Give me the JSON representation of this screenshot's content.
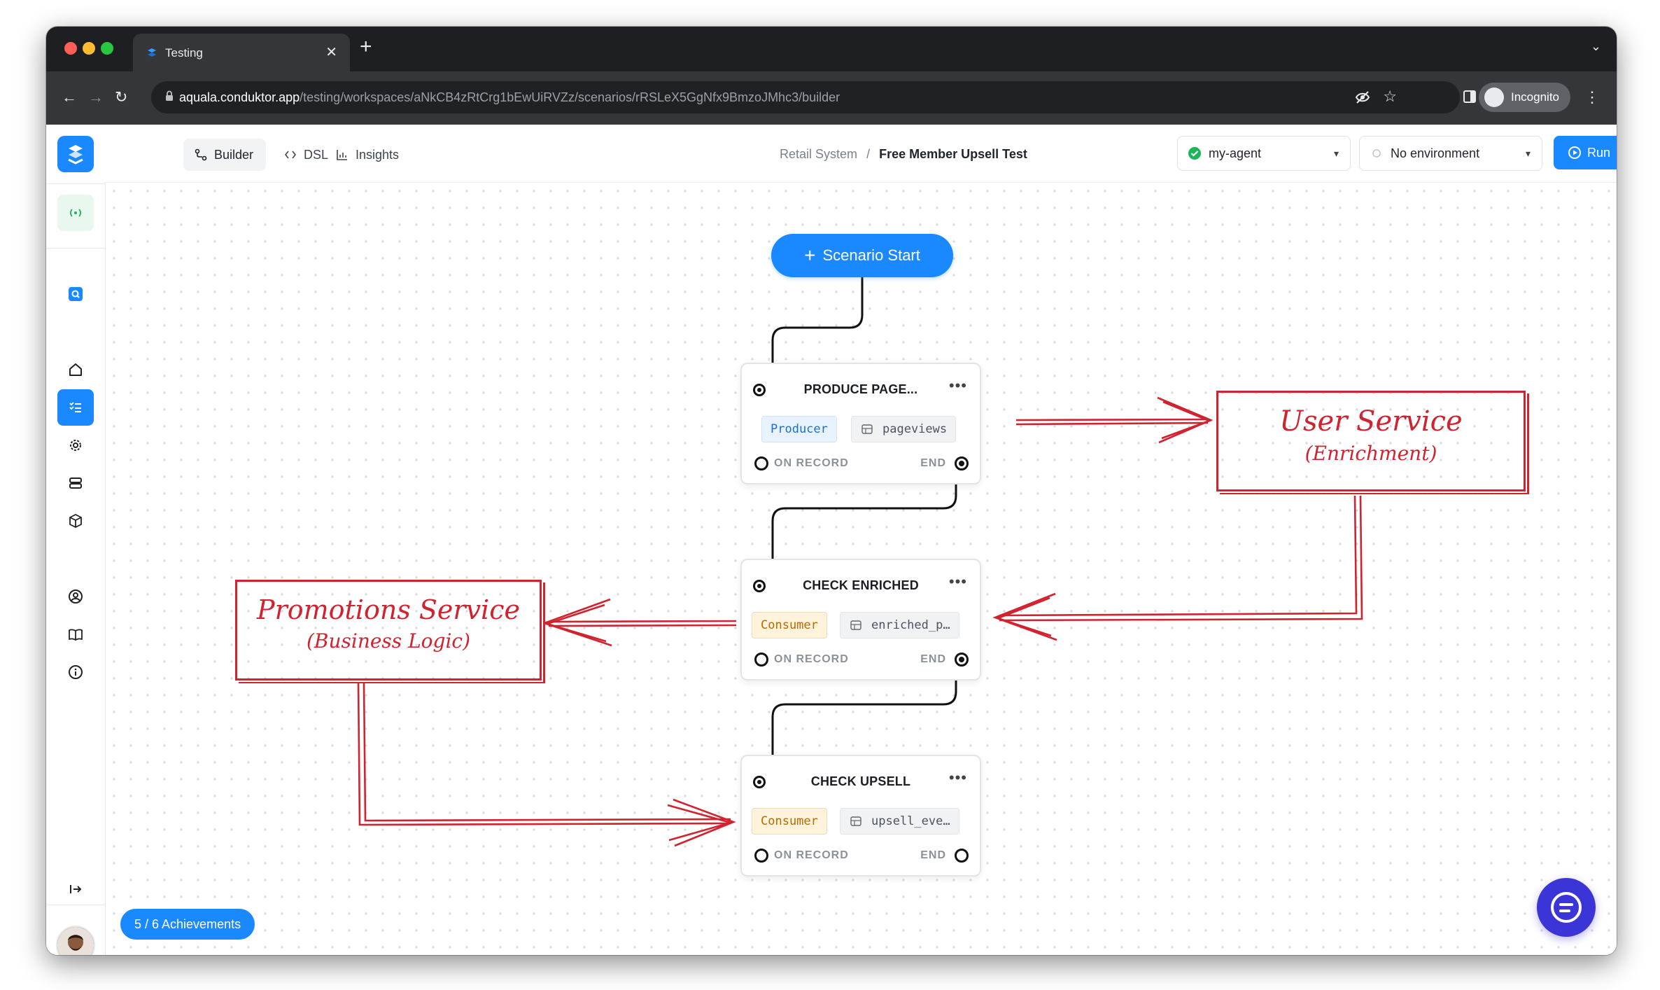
{
  "browser": {
    "tab_title": "Testing",
    "url_host": "aquala.conduktor.app",
    "url_path": "/testing/workspaces/aNkCB4zRtCrg1bEwUiRVZz/scenarios/rRSLeX5GgNfx9BmzoJMhc3/builder",
    "profile_label": "Incognito"
  },
  "topbar": {
    "tabs": [
      {
        "label": "Builder",
        "icon": "builder-icon",
        "active": true
      },
      {
        "label": "DSL",
        "icon": "code-icon",
        "active": false
      },
      {
        "label": "Insights",
        "icon": "chart-icon",
        "active": false
      }
    ],
    "breadcrumb_parent": "Retail System",
    "breadcrumb_separator": "/",
    "breadcrumb_current": "Free Member Upsell Test",
    "agent_select": "my-agent",
    "environment_select": "No environment",
    "run_label": "Run"
  },
  "canvas": {
    "start_label": "Scenario Start",
    "nodes": [
      {
        "title": "PRODUCE PAGE...",
        "kind": "Producer",
        "topic": "pageviews",
        "left": "ON RECORD",
        "right": "END"
      },
      {
        "title": "CHECK ENRICHED",
        "kind": "Consumer",
        "topic": "enriched_p…",
        "left": "ON RECORD",
        "right": "END"
      },
      {
        "title": "CHECK UPSELL",
        "kind": "Consumer",
        "topic": "upsell_eve…",
        "left": "ON RECORD",
        "right": "END"
      }
    ],
    "annotations": {
      "user_service_title": "User Service",
      "user_service_sub": "(Enrichment)",
      "promotions_title": "Promotions Service",
      "promotions_sub": "(Business Logic)"
    }
  },
  "achievements_label": "5 / 6 Achievements",
  "colors": {
    "accent": "#1a88ff",
    "annotation": "#d0232f",
    "producer": "#1a6fd6",
    "consumer": "#b96a00",
    "chat": "#3b34d6",
    "agent_ok": "#1db45a"
  }
}
